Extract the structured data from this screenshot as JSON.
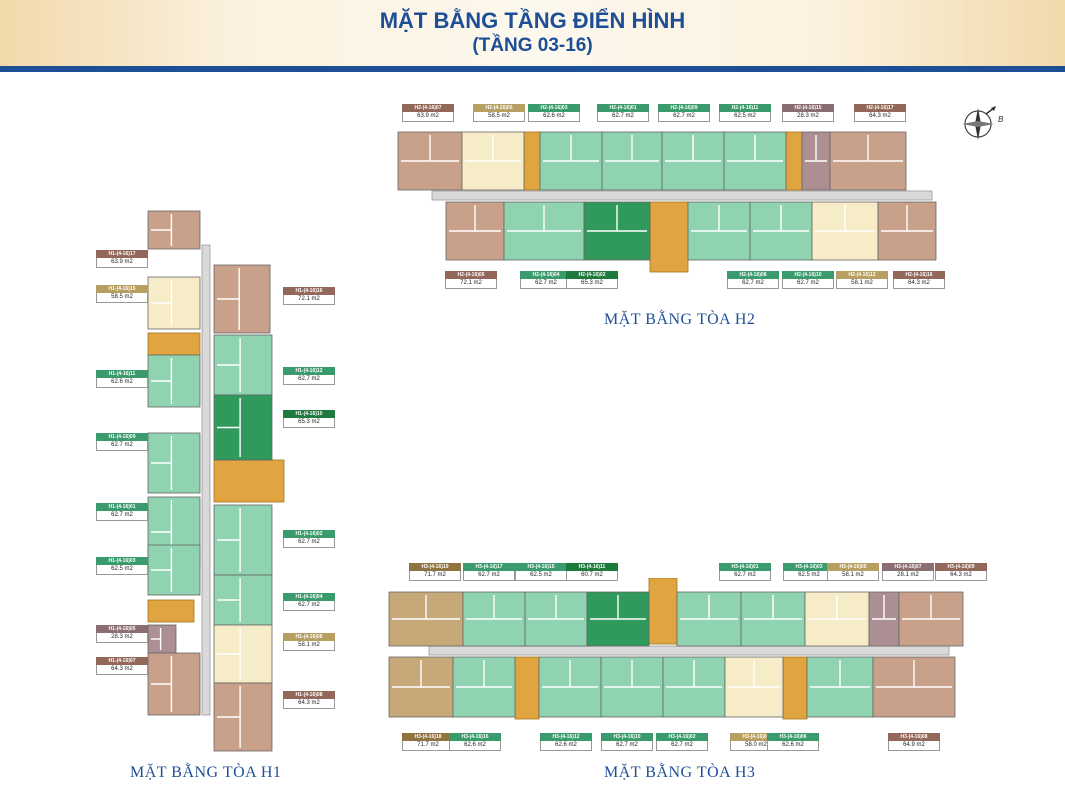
{
  "header": {
    "title_line1": "MẶT BẰNG TẦNG ĐIỂN HÌNH",
    "title_line2": "(TẦNG 03-16)"
  },
  "colors": {
    "primary": "#1d4f97",
    "unit_green": "#8fd3b0",
    "unit_dark_green": "#2f9a5c",
    "unit_beige": "#f6ecc8",
    "unit_brown": "#c9a08a",
    "unit_tan": "#c7a878",
    "unit_mauve": "#ab8f93",
    "core_orange": "#e0a540"
  },
  "compass": {
    "letter": "B",
    "icon": "compass-rose-icon"
  },
  "tower_h1": {
    "caption": "MẶT BẰNG TÒA H1",
    "units": [
      {
        "code": "H1-(4-16)17",
        "area": "63.9 m2",
        "type": "brown"
      },
      {
        "code": "H1-(4-16)15",
        "area": "58.5 m2",
        "type": "beige"
      },
      {
        "code": "H1-(4-16)11",
        "area": "62.6 m2",
        "type": "green"
      },
      {
        "code": "H1-(4-16)09",
        "area": "62.7 m2",
        "type": "green"
      },
      {
        "code": "H1-(4-16)01",
        "area": "62.7 m2",
        "type": "green"
      },
      {
        "code": "H1-(4-16)03",
        "area": "62.5 m2",
        "type": "green"
      },
      {
        "code": "H1-(4-16)05",
        "area": "28.3 m2",
        "type": "mauve"
      },
      {
        "code": "H1-(4-16)07",
        "area": "64.3 m2",
        "type": "brown"
      },
      {
        "code": "H1-(4-16)16",
        "area": "72.1 m2",
        "type": "brown"
      },
      {
        "code": "H1-(4-16)12",
        "area": "62.7 m2",
        "type": "green"
      },
      {
        "code": "H1-(4-16)10",
        "area": "65.3 m2",
        "type": "darkgreen"
      },
      {
        "code": "H1-(4-16)02",
        "area": "62.7 m2",
        "type": "green"
      },
      {
        "code": "H1-(4-16)04",
        "area": "62.7 m2",
        "type": "green"
      },
      {
        "code": "H1-(4-16)06",
        "area": "58.1 m2",
        "type": "beige"
      },
      {
        "code": "H1-(4-16)08",
        "area": "64.3 m2",
        "type": "brown"
      }
    ]
  },
  "tower_h2": {
    "caption": "MẶT BẰNG TÒA H2",
    "units": [
      {
        "code": "H2-(4-16)07",
        "area": "63.9 m2",
        "type": "brown"
      },
      {
        "code": "H2-(4-16)05",
        "area": "58.5 m2",
        "type": "beige"
      },
      {
        "code": "H2-(4-16)03",
        "area": "62.6 m2",
        "type": "green"
      },
      {
        "code": "H2-(4-16)01",
        "area": "62.7 m2",
        "type": "green"
      },
      {
        "code": "H2-(4-16)09",
        "area": "62.7 m2",
        "type": "green"
      },
      {
        "code": "H2-(4-16)11",
        "area": "62.5 m2",
        "type": "green"
      },
      {
        "code": "H2-(4-16)15",
        "area": "28.3 m2",
        "type": "mauve"
      },
      {
        "code": "H2-(4-16)17",
        "area": "64.3 m2",
        "type": "brown"
      },
      {
        "code": "H2-(4-16)06",
        "area": "72.1 m2",
        "type": "brown"
      },
      {
        "code": "H2-(4-16)04",
        "area": "62.7 m2",
        "type": "green"
      },
      {
        "code": "H2-(4-16)02",
        "area": "65.3 m2",
        "type": "darkgreen"
      },
      {
        "code": "H2-(4-16)08",
        "area": "62.7 m2",
        "type": "green"
      },
      {
        "code": "H2-(4-16)10",
        "area": "62.7 m2",
        "type": "green"
      },
      {
        "code": "H2-(4-16)12",
        "area": "58.1 m2",
        "type": "beige"
      },
      {
        "code": "H2-(4-16)16",
        "area": "64.3 m2",
        "type": "brown"
      }
    ]
  },
  "tower_h3": {
    "caption": "MẶT BẰNG TÒA H3",
    "units": [
      {
        "code": "H3-(4-16)19",
        "area": "71.7 m2",
        "type": "tan"
      },
      {
        "code": "H3-(4-16)17",
        "area": "62.7 m2",
        "type": "green"
      },
      {
        "code": "H3-(4-16)15",
        "area": "62.5 m2",
        "type": "green"
      },
      {
        "code": "H3-(4-16)11",
        "area": "60.7 m2",
        "type": "darkgreen"
      },
      {
        "code": "H3-(4-16)01",
        "area": "62.7 m2",
        "type": "green"
      },
      {
        "code": "H3-(4-16)03",
        "area": "62.5 m2",
        "type": "green"
      },
      {
        "code": "H3-(4-16)05",
        "area": "58.1 m2",
        "type": "beige"
      },
      {
        "code": "H3-(4-16)07",
        "area": "28.1 m2",
        "type": "mauve"
      },
      {
        "code": "H3-(4-16)09",
        "area": "64.3 m2",
        "type": "brown"
      },
      {
        "code": "H3-(4-16)18",
        "area": "71.7 m2",
        "type": "tan"
      },
      {
        "code": "H3-(4-16)16",
        "area": "62.6 m2",
        "type": "green"
      },
      {
        "code": "H3-(4-16)12",
        "area": "62.6 m2",
        "type": "green"
      },
      {
        "code": "H3-(4-16)10",
        "area": "62.7 m2",
        "type": "green"
      },
      {
        "code": "H3-(4-16)02",
        "area": "62.7 m2",
        "type": "green"
      },
      {
        "code": "H3-(4-16)04",
        "area": "58.0 m2",
        "type": "beige"
      },
      {
        "code": "H3-(4-16)06",
        "area": "62.6 m2",
        "type": "green"
      },
      {
        "code": "H3-(4-16)08",
        "area": "64.9 m2",
        "type": "brown"
      }
    ]
  }
}
